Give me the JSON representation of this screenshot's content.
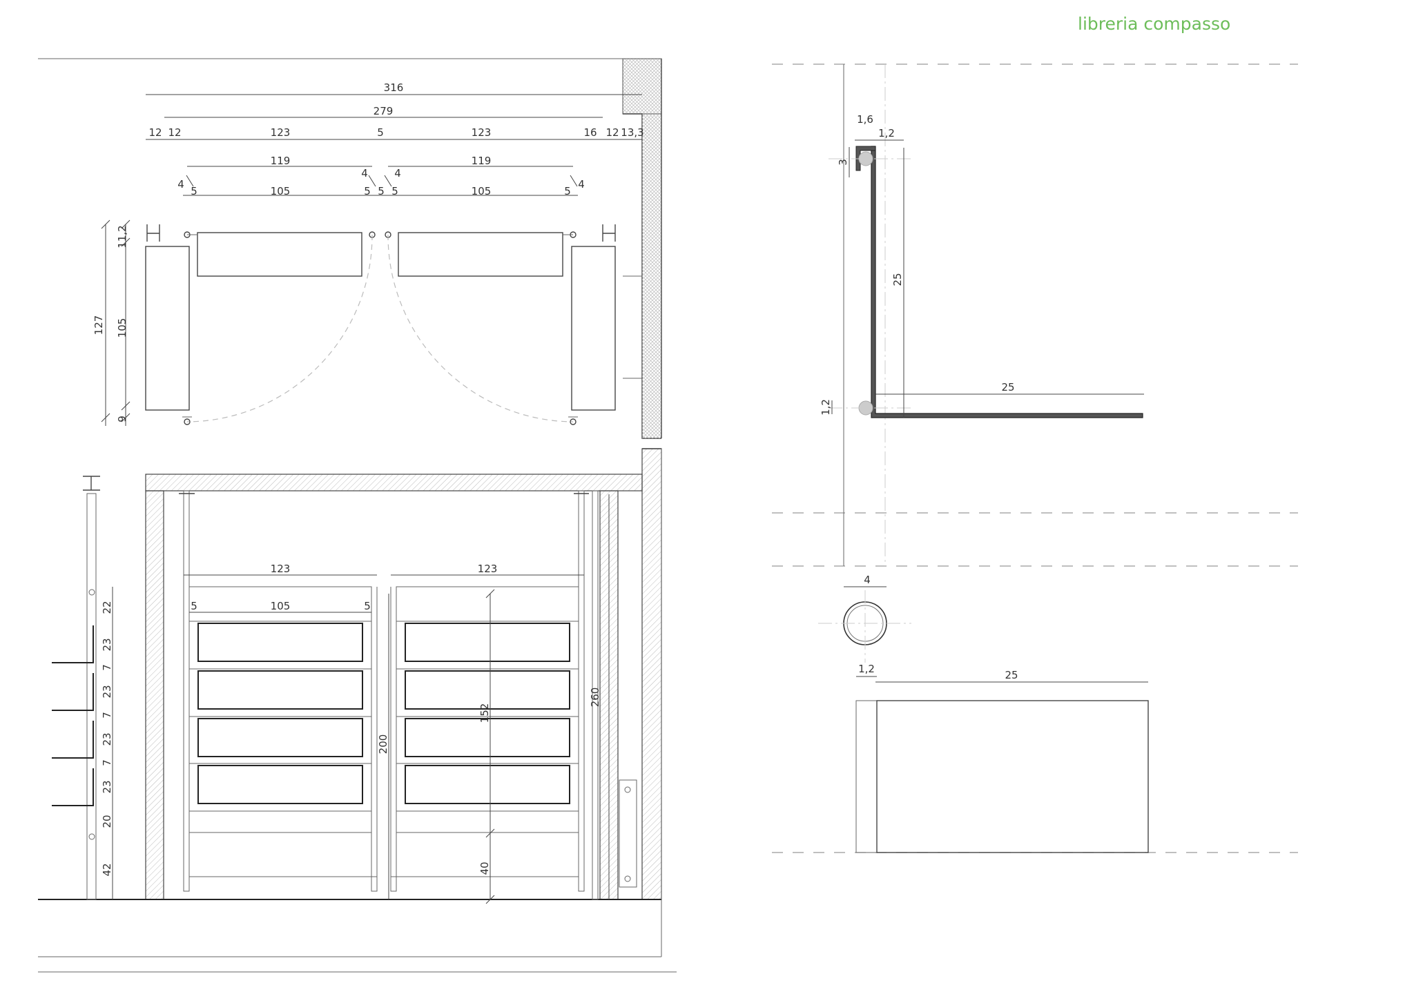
{
  "title": "libreria compasso",
  "colors": {
    "accent": "#6dbd5a",
    "line": "#333333",
    "hatch": "#aaaaaa",
    "light": "#cccccc"
  },
  "dims": {
    "d316": "316",
    "d279": "279",
    "d12a": "12",
    "d12b": "12",
    "d123a": "123",
    "d5a": "5",
    "d123b": "123",
    "d16": "16",
    "d12c": "12",
    "d133": "13,3",
    "d119a": "119",
    "d119b": "119",
    "d4a": "4",
    "d4b": "4",
    "d4c": "4",
    "d4d": "4",
    "d5b": "5",
    "d105a": "105",
    "d5c": "5",
    "d5d": "5",
    "d5e": "5",
    "d105b": "105",
    "d5f": "5",
    "d112": "11,2",
    "d127": "127",
    "d105v": "105",
    "d9": "9",
    "e123a": "123",
    "e123b": "123",
    "e5a": "5",
    "e105": "105",
    "e5b": "5",
    "e200": "200",
    "e152": "152",
    "e260": "260",
    "e40": "40",
    "s22": "22",
    "s23a": "23",
    "s7a": "7",
    "s23b": "23",
    "s7b": "7",
    "s23c": "23",
    "s7c": "7",
    "s23d": "23",
    "s20": "20",
    "s42": "42",
    "r16": "1,6",
    "r12a": "1,2",
    "r3": "3",
    "r25v": "25",
    "r25h": "25",
    "r12b": "1,2",
    "t4": "4",
    "t12": "1,2",
    "t25": "25"
  }
}
